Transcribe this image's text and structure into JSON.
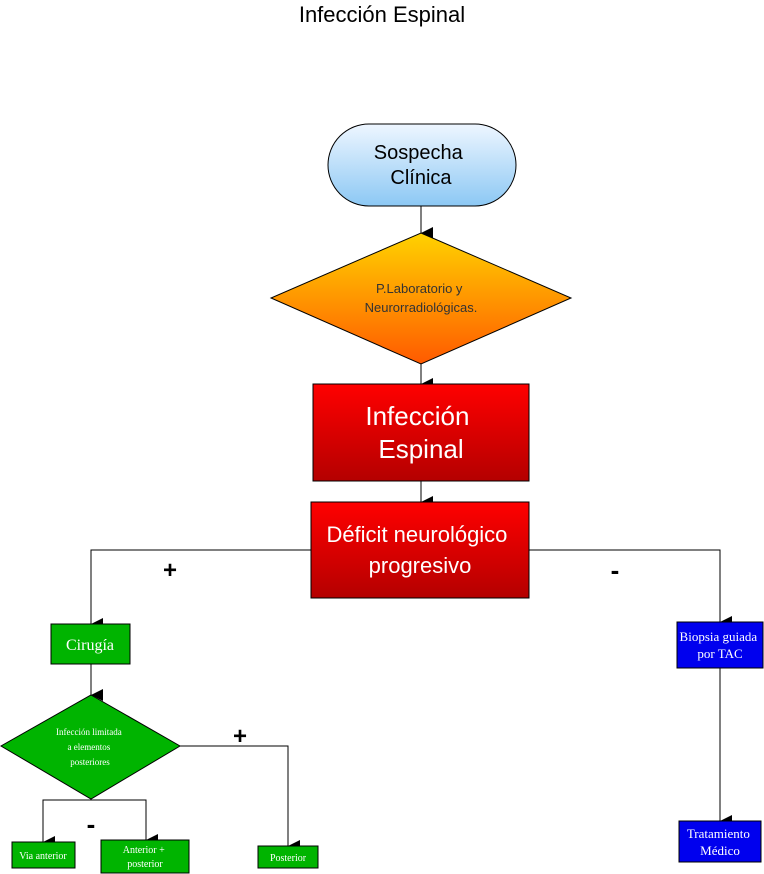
{
  "title": "Infección Espinal",
  "colors": {
    "start_top": "#eef6ff",
    "start_bottom": "#8cc8f4",
    "diamond_top": "#ffd200",
    "diamond_bottom": "#ff5a00",
    "red_top": "#ff0000",
    "red_bottom": "#b40000",
    "green": "#00b400",
    "blue": "#0000ee"
  },
  "nodes": {
    "sospecha": [
      "Sospecha",
      "Clínica"
    ],
    "laboratorio": [
      "P.Laboratorio y",
      "Neurorradiológicas."
    ],
    "infeccion": [
      "Infección",
      "Espinal"
    ],
    "deficit": [
      "Déficit neurológico",
      "progresivo"
    ],
    "cirugia": "Cirugía",
    "biopsia": [
      "Biopsia guiada",
      "por TAC"
    ],
    "infeccion_limitada": [
      "Infección limitada",
      "a elementos",
      "posteriores"
    ],
    "tratamiento": [
      "Tratamiento",
      "Médico"
    ],
    "via_anterior": "Via anterior",
    "anterior_posterior": [
      "Anterior +",
      "posterior"
    ],
    "posterior": "Posterior"
  },
  "edge_labels": {
    "deficit_plus": "+",
    "deficit_minus": "-",
    "limitada_plus": "+",
    "limitada_minus": "-"
  }
}
